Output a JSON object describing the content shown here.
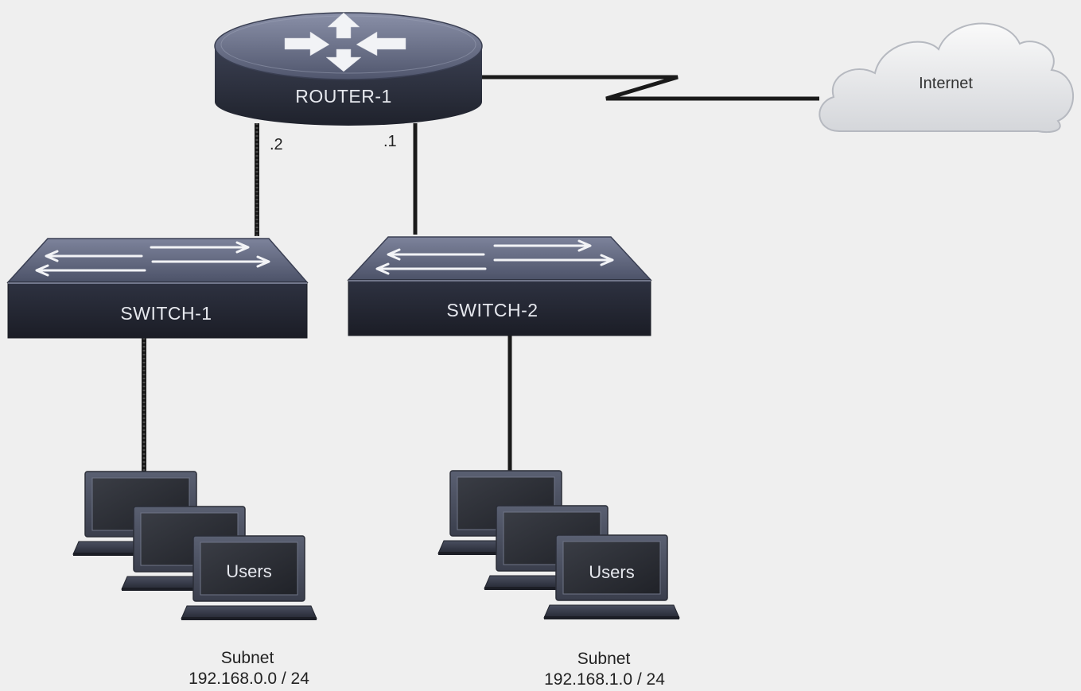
{
  "router": {
    "label": "ROUTER-1"
  },
  "switches": [
    {
      "label": "SWITCH-1",
      "port": ".2"
    },
    {
      "label": "SWITCH-2",
      "port": ".1"
    }
  ],
  "cloud": {
    "label": "Internet"
  },
  "user_groups": [
    {
      "label": "Users",
      "subnet_title": "Subnet",
      "subnet": "192.168.0.0 / 24"
    },
    {
      "label": "Users",
      "subnet_title": "Subnet",
      "subnet": "192.168.1.0 / 24"
    }
  ],
  "colors": {
    "background": "#efefef",
    "device_dark": "#2b2f3c",
    "device_top": "#6b7189",
    "cable": "#1a1a1a"
  },
  "icons": [
    "router-icon",
    "switch-icon",
    "cloud-icon",
    "laptop-icon"
  ]
}
